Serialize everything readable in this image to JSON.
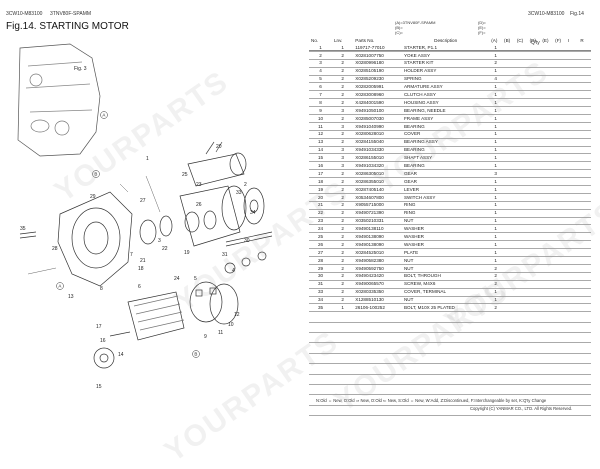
{
  "header": {
    "left_code": "3CW10-M83100",
    "model": "3TNV80F-SPAMM",
    "right_code": "3CW10-M83100",
    "fig_ref": "Fig.14",
    "title": "Fig.14.  STARTING MOTOR"
  },
  "type_codes": {
    "a": "(A)=3TNV80F-SPAMM",
    "b": "(B)=",
    "c": "(C)=",
    "d": "(D)=",
    "e": "(E)=",
    "f": "(F)="
  },
  "columns": {
    "no": "No.",
    "lnv": "Lnv.",
    "parts_no": "Parts No.",
    "description": "Description",
    "qty": "Q'ty",
    "i": "I",
    "r": "R",
    "qty_cols": [
      "(A)",
      "(B)",
      "(C)",
      "(D)",
      "(E)",
      "(F)"
    ]
  },
  "parts": [
    {
      "no": "1",
      "lnv": "1",
      "pn": "119717-77010",
      "desc": "STARTER, P1.1",
      "qty": "1"
    },
    {
      "no": "2",
      "lnv": "2",
      "pn": "X0281007750",
      "desc": "YOKE ASSY",
      "qty": "1"
    },
    {
      "no": "3",
      "lnv": "2",
      "pn": "X0280996180",
      "desc": "STARTER KIT",
      "qty": "2"
    },
    {
      "no": "4",
      "lnv": "2",
      "pn": "X0285105190",
      "desc": "HOLDER ASSY",
      "qty": "1"
    },
    {
      "no": "5",
      "lnv": "2",
      "pn": "X0285209230",
      "desc": "SPRING",
      "qty": "4"
    },
    {
      "no": "6",
      "lnv": "2",
      "pn": "X0282005991",
      "desc": "ARMATURE ASSY",
      "qty": "1"
    },
    {
      "no": "7",
      "lnv": "2",
      "pn": "X0283008960",
      "desc": "CLUTCH ASSY",
      "qty": "1"
    },
    {
      "no": "8",
      "lnv": "2",
      "pn": "X4284001590",
      "desc": "HOUSING ASSY",
      "qty": "1"
    },
    {
      "no": "9",
      "lnv": "3",
      "pn": "X9491050100",
      "desc": "BEARING, NEEDLE",
      "qty": "1"
    },
    {
      "no": "10",
      "lnv": "2",
      "pn": "X0285007030",
      "desc": "FRAME ASSY",
      "qty": "1"
    },
    {
      "no": "11",
      "lnv": "3",
      "pn": "X9491040990",
      "desc": "BEARING",
      "qty": "1"
    },
    {
      "no": "12",
      "lnv": "2",
      "pn": "X0280628010",
      "desc": "COVER",
      "qty": "1"
    },
    {
      "no": "13",
      "lnv": "2",
      "pn": "X0284155040",
      "desc": "BEARING ASSY",
      "qty": "1"
    },
    {
      "no": "14",
      "lnv": "3",
      "pn": "X9491034330",
      "desc": "BEARING",
      "qty": "1"
    },
    {
      "no": "15",
      "lnv": "3",
      "pn": "X0286155010",
      "desc": "SHAFT ASSY",
      "qty": "1"
    },
    {
      "no": "16",
      "lnv": "3",
      "pn": "X9491034320",
      "desc": "BEARING",
      "qty": "1"
    },
    {
      "no": "17",
      "lnv": "2",
      "pn": "X0286305010",
      "desc": "GEAR",
      "qty": "3"
    },
    {
      "no": "18",
      "lnv": "2",
      "pn": "X0286355010",
      "desc": "GEAR",
      "qty": "1"
    },
    {
      "no": "19",
      "lnv": "2",
      "pn": "X0287405140",
      "desc": "LEVER",
      "qty": "1"
    },
    {
      "no": "20",
      "lnv": "2",
      "pn": "X0534607800",
      "desc": "SWITCH ASSY",
      "qty": "1"
    },
    {
      "no": "21",
      "lnv": "2",
      "pn": "X9055715000",
      "desc": "RING",
      "qty": "1"
    },
    {
      "no": "22",
      "lnv": "2",
      "pn": "X9490721390",
      "desc": "RING",
      "qty": "1"
    },
    {
      "no": "23",
      "lnv": "2",
      "pn": "X0350210331",
      "desc": "NUT",
      "qty": "1"
    },
    {
      "no": "24",
      "lnv": "2",
      "pn": "X9490138110",
      "desc": "WASHER",
      "qty": "1"
    },
    {
      "no": "25",
      "lnv": "2",
      "pn": "X9490138090",
      "desc": "WASHER",
      "qty": "1"
    },
    {
      "no": "26",
      "lnv": "2",
      "pn": "X9490138090",
      "desc": "WASHER",
      "qty": "1"
    },
    {
      "no": "27",
      "lnv": "2",
      "pn": "X0284525010",
      "desc": "PLATE",
      "qty": "1"
    },
    {
      "no": "28",
      "lnv": "2",
      "pn": "X9490582380",
      "desc": "NUT",
      "qty": "1"
    },
    {
      "no": "29",
      "lnv": "2",
      "pn": "X9490592750",
      "desc": "NUT",
      "qty": "2"
    },
    {
      "no": "30",
      "lnv": "2",
      "pn": "X9490423420",
      "desc": "BOLT, THROUGH",
      "qty": "2"
    },
    {
      "no": "31",
      "lnv": "2",
      "pn": "X9490065570",
      "desc": "SCREW, M4X6",
      "qty": "2"
    },
    {
      "no": "33",
      "lnv": "2",
      "pn": "X0280335350",
      "desc": "COVER, TERMINAL",
      "qty": "1"
    },
    {
      "no": "34",
      "lnv": "2",
      "pn": "X1288510130",
      "desc": "NUT",
      "qty": "1"
    },
    {
      "no": "35",
      "lnv": "1",
      "pn": "26106-100252",
      "desc": "BOLT, M10X 25 PLATED",
      "qty": "2"
    }
  ],
  "footer": {
    "legend": "N:Old ⇔ New, O:Old ⇒ New, O:Old ⇐ New, S:Old ⇔ New, W:Add, Z:Discontinued, F:Interchangeable by set, K:Q'ty Change",
    "copyright": "Copyright (C) YANMAR CO., LTD. All Rights Reserved."
  },
  "diagram": {
    "fig_label": "Fig. 3",
    "callouts": [
      "A",
      "A",
      "B",
      "B",
      "1",
      "2",
      "3",
      "4",
      "5",
      "6",
      "7",
      "8",
      "9",
      "10",
      "11",
      "12",
      "13",
      "14",
      "15",
      "16",
      "17",
      "18",
      "19",
      "20",
      "21",
      "22",
      "23",
      "24",
      "25",
      "26",
      "27",
      "28",
      "29",
      "30",
      "31",
      "33",
      "34",
      "35",
      "29",
      "27"
    ]
  },
  "watermark": "YOURPARTS"
}
